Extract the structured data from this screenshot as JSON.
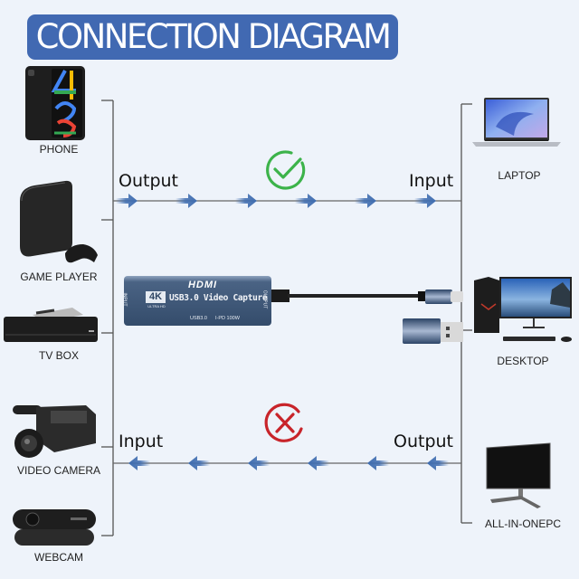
{
  "title": "CONNECTION DIAGRAM",
  "sources": [
    {
      "label": "PHONE",
      "icon": "phone-icon"
    },
    {
      "label": "GAME PLAYER",
      "icon": "game-console-icon"
    },
    {
      "label": "TV BOX",
      "icon": "tv-box-icon"
    },
    {
      "label": "VIDEO CAMERA",
      "icon": "video-camera-icon"
    },
    {
      "label": "WEBCAM",
      "icon": "webcam-icon"
    }
  ],
  "targets": [
    {
      "label": "LAPTOP",
      "icon": "laptop-icon"
    },
    {
      "label": "DESKTOP",
      "icon": "desktop-icon"
    },
    {
      "label": "ALL-IN-ONEPC",
      "icon": "monitor-icon"
    }
  ],
  "flows": {
    "correct": {
      "left_label": "Output",
      "right_label": "Input",
      "status": "check",
      "status_color": "#3cb34a",
      "direction": "right",
      "arrow_count": 6
    },
    "incorrect": {
      "left_label": "Input",
      "right_label": "Output",
      "status": "cross",
      "status_color": "#c8242a",
      "direction": "left",
      "arrow_count": 6
    }
  },
  "device": {
    "brand": "HDMI",
    "badge": "4K",
    "badge_sub": "ULTRA HD",
    "name": "USB3.0 Video Capture",
    "input_port": "INPUT",
    "output_port": "OUTPUT",
    "spec1": "USB3.0",
    "spec2": "I-PD 100W"
  },
  "colors": {
    "banner": "#4169b2",
    "arrow": "#3f6db0",
    "device_body": "#3d5677",
    "background": "#eef3fa"
  }
}
